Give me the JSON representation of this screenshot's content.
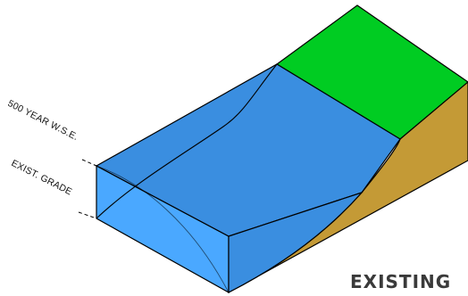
{
  "labels": {
    "wse": "500 YEAR W.S.E.",
    "grade": "EXIST. GRADE"
  },
  "caption": "EXISTING",
  "colors": {
    "water": "#3a8ee0",
    "water_side": "#4aa8ff",
    "grass": "#00cc22",
    "soil": "#c49a36",
    "outline": "#000000"
  }
}
